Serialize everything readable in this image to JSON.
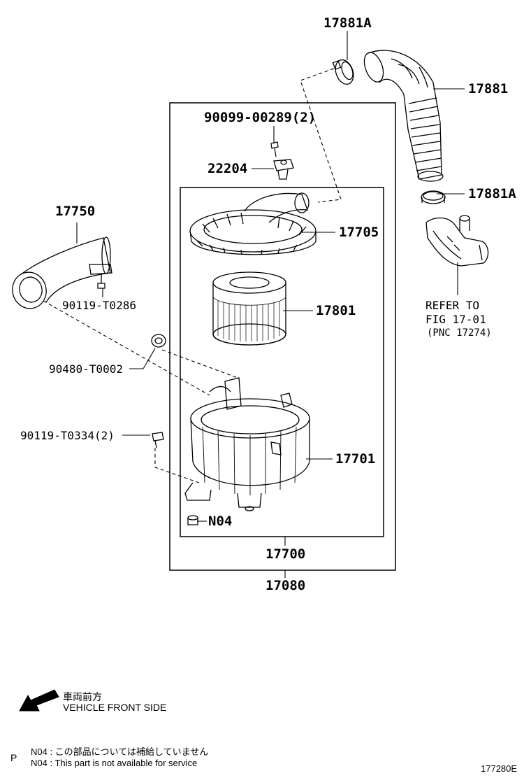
{
  "parts": {
    "p17881A_top": "17881A",
    "p17881": "17881",
    "p17881A_mid": "17881A",
    "p90099": "90099-00289(2)",
    "p22204": "22204",
    "p17750": "17750",
    "p17705": "17705",
    "p17801": "17801",
    "p90119a": "90119-T0286",
    "p90480": "90480-T0002",
    "p90119b": "90119-T0334(2)",
    "p17701": "17701",
    "pN04": "N04",
    "p17700": "17700",
    "p17080": "17080"
  },
  "refer": {
    "line1": "REFER TO",
    "line2": "FIG 17-01",
    "line3": "(PNC 17274)"
  },
  "front": {
    "jp": "車両前方",
    "en": "VEHICLE FRONT SIDE"
  },
  "footnote": {
    "marker": "P",
    "jp": "N04 : この部品については補給していません",
    "en": "N04 : This part is not available for service"
  },
  "figure_id": "177280E"
}
